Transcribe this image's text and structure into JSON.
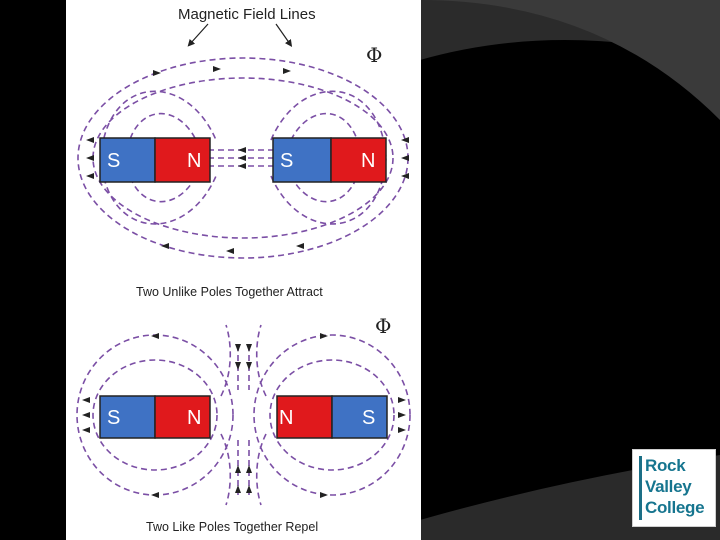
{
  "figure": {
    "title": "Magnetic Field Lines",
    "phi_symbol": "Φ",
    "top_caption": "Two Unlike Poles Together Attract",
    "bottom_caption": "Two Like Poles Together Repel",
    "top_magnets": [
      {
        "left_pole": "S",
        "right_pole": "N"
      },
      {
        "left_pole": "S",
        "right_pole": "N"
      }
    ],
    "bottom_magnets": [
      {
        "left_pole": "S",
        "right_pole": "N"
      },
      {
        "left_pole": "N",
        "right_pole": "S"
      }
    ]
  },
  "logo": {
    "line1": "Rock",
    "line2": "Valley",
    "line3": "College"
  },
  "colors": {
    "south": "#3f72c4",
    "north": "#e0191c",
    "field_line": "#7b4fa5",
    "logo_text": "#16758f",
    "background": "#000000"
  }
}
